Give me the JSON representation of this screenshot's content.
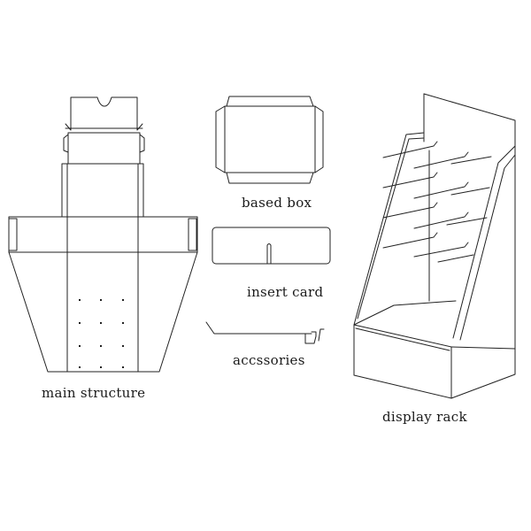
{
  "labels": {
    "main_structure": "main structure",
    "based_box": "based box",
    "insert_card": "insert card",
    "accessories": "accssories",
    "display_rack": "display rack"
  },
  "colors": {
    "line": "#222222",
    "background": "#ffffff"
  }
}
